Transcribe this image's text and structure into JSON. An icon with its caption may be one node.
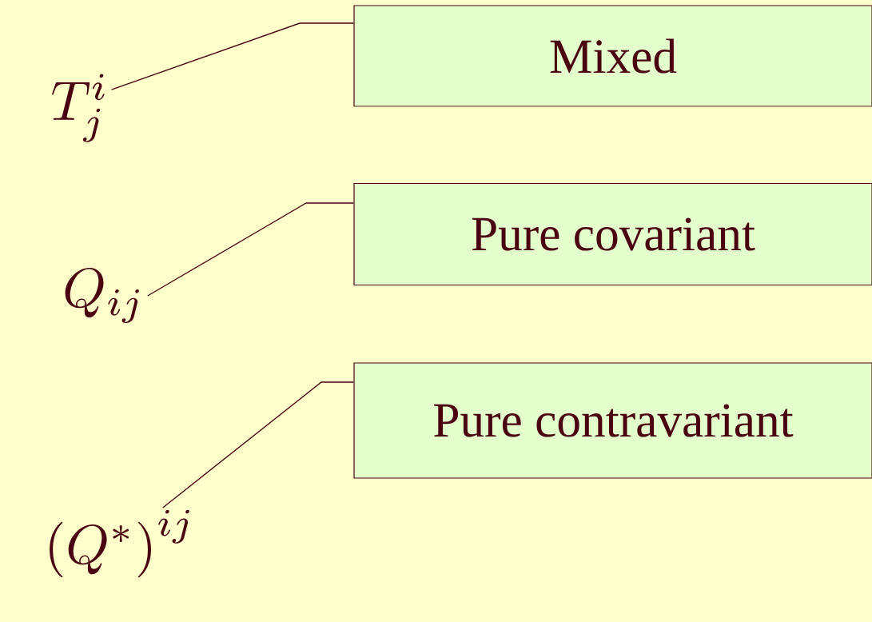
{
  "diagram": {
    "nodes": [
      {
        "text": [
          "T^{i}_{j}"
        ]
      },
      {
        "text": [
          "Mixed"
        ]
      },
      {
        "text": [
          "Q_{ij}"
        ]
      },
      {
        "text": [
          "Pure covariant"
        ]
      },
      {
        "text": [
          "\\left(Q^{*}\\right)^{ij}"
        ]
      },
      {
        "text": [
          "Pure contravariant"
        ]
      }
    ],
    "edges": [
      {
        "from": 0,
        "to": 1,
        "arrow": "none"
      },
      {
        "from": 2,
        "to": 3,
        "arrow": "none"
      },
      {
        "from": 4,
        "to": 5,
        "arrow": "none"
      }
    ]
  }
}
